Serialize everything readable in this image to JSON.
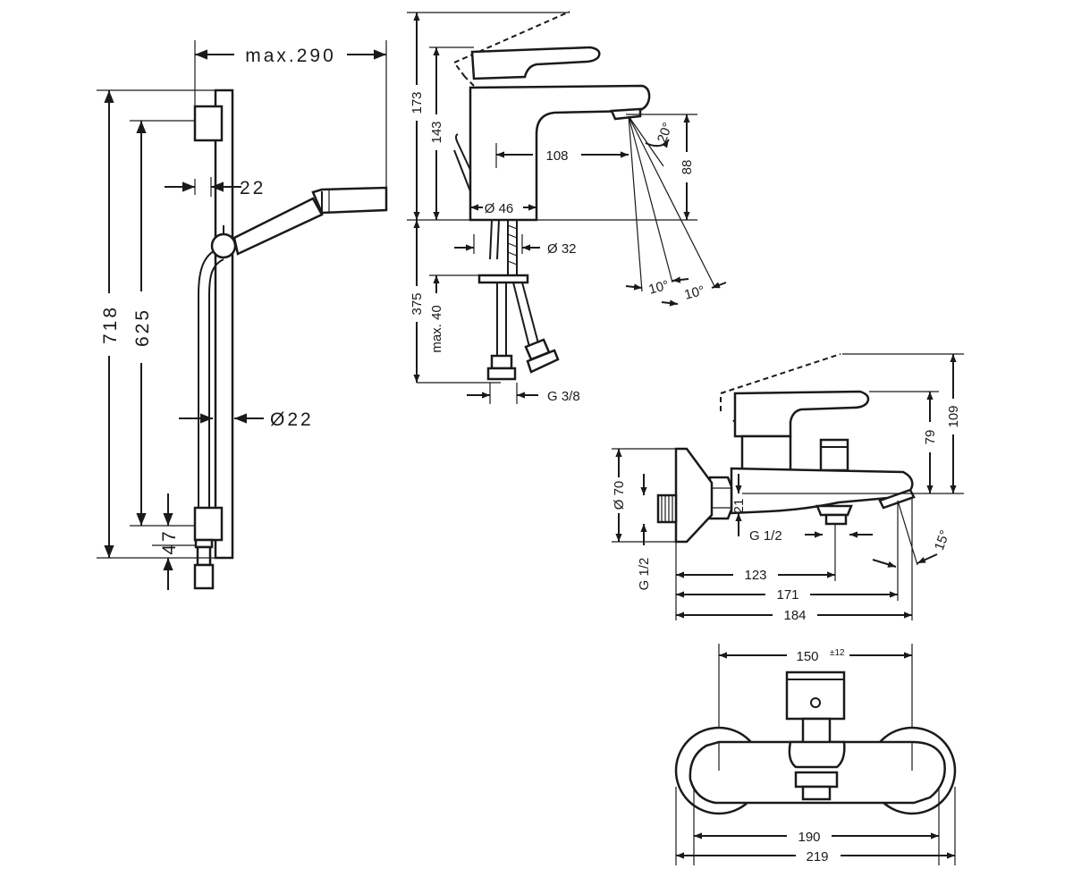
{
  "shower_rail": {
    "max_reach": "max.290",
    "rail_height": "718",
    "bracket_spacing": "625",
    "wall_offset": "22",
    "rail_diameter": "Ø22",
    "lower_offset": "47"
  },
  "basin_mixer": {
    "height_total": "173",
    "height_spout": "143",
    "spout_reach": "108",
    "spout_height": "88",
    "spray_angle": "20°",
    "angle_left": "10°",
    "angle_right": "10°",
    "base_diameter": "Ø 46",
    "hole_diameter": "Ø 32",
    "hose_length": "375",
    "max_thickness": "max. 40",
    "connection": "G 3/8"
  },
  "bath_mixer": {
    "height_total": "109",
    "height_handle": "79",
    "flange_diameter": "Ø 70",
    "spout_offset": "21",
    "outlet_thread": "G 1/2",
    "inlet_thread": "G 1/2",
    "spout_angle": "15°",
    "dim_123": "123",
    "dim_171": "171",
    "dim_184": "184",
    "centers": "150",
    "centers_tolerance": "±12",
    "width_190": "190",
    "width_219": "219"
  }
}
